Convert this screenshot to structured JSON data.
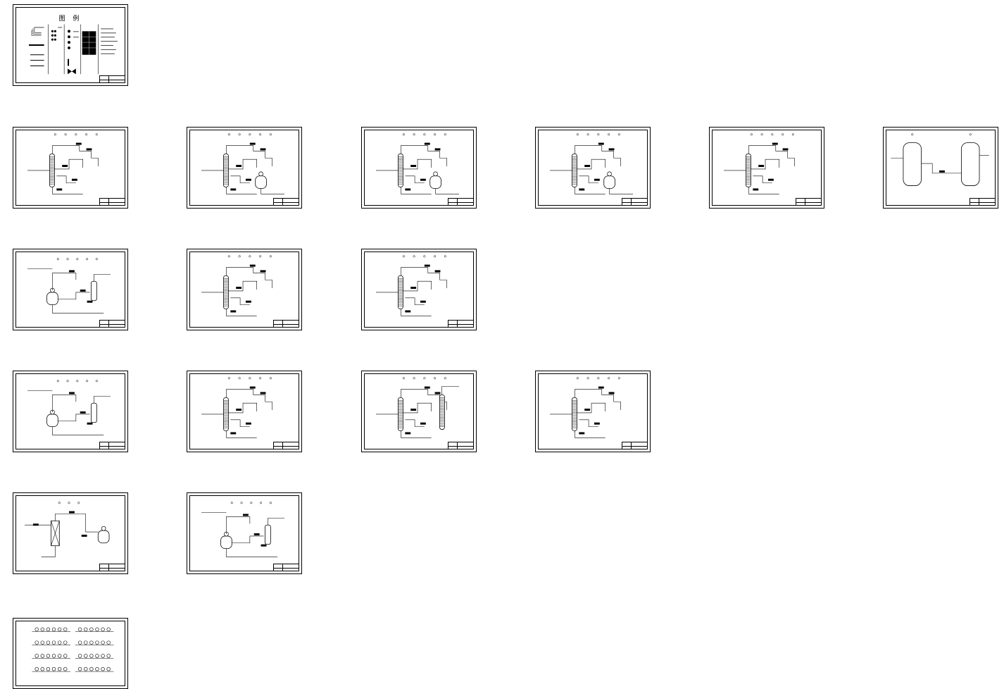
{
  "legend": {
    "title": "图 例"
  },
  "sheets": [
    {
      "id": "legend",
      "kind": "legend"
    },
    {
      "id": "r1c1",
      "kind": "column"
    },
    {
      "id": "r1c2",
      "kind": "column-reactor"
    },
    {
      "id": "r1c3",
      "kind": "column-reactor"
    },
    {
      "id": "r1c4",
      "kind": "column-reactor"
    },
    {
      "id": "r1c5",
      "kind": "column"
    },
    {
      "id": "r1c6",
      "kind": "vessels"
    },
    {
      "id": "r2c1",
      "kind": "reactor"
    },
    {
      "id": "r2c2",
      "kind": "column"
    },
    {
      "id": "r2c3",
      "kind": "column"
    },
    {
      "id": "r3c1",
      "kind": "reactor"
    },
    {
      "id": "r3c2",
      "kind": "column"
    },
    {
      "id": "r3c3",
      "kind": "two-columns"
    },
    {
      "id": "r3c4",
      "kind": "column"
    },
    {
      "id": "r4c1",
      "kind": "packed"
    },
    {
      "id": "r4c2",
      "kind": "reactor"
    },
    {
      "id": "r5c1",
      "kind": "instruments"
    }
  ],
  "colors": {
    "line": "#000000",
    "paper": "#ffffff"
  }
}
